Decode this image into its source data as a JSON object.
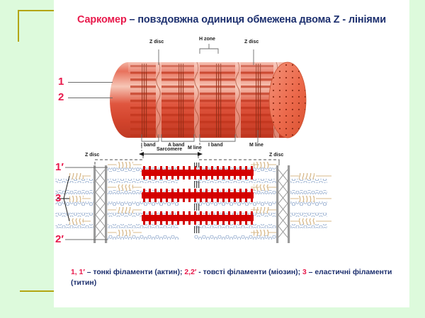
{
  "slide": {
    "background_color": "#ddfadc",
    "panel_color": "#ffffff",
    "accent_color": "#b3a511",
    "title": {
      "keyword": "Саркомер",
      "keyword_color": "#e8194b",
      "rest": " – повздовжна одиниця обмежена двома  Z - лініями",
      "rest_color": "#1c2f6e"
    }
  },
  "macro_diagram": {
    "name": "myofibril-cylinder-diagram",
    "top_labels": [
      {
        "text": "Z disc"
      },
      {
        "text": "H zone"
      },
      {
        "text": "Z disc"
      }
    ],
    "side_numbers": [
      {
        "text": "1"
      },
      {
        "text": "2"
      }
    ],
    "bottom_labels": [
      {
        "text": "I band"
      },
      {
        "text": "A band"
      },
      {
        "text": "I band"
      },
      {
        "text": "M line"
      }
    ],
    "span_label": "Sarcomere"
  },
  "micro_diagram": {
    "name": "sarcomere-molecular-diagram",
    "labels": [
      {
        "text": "Z disc"
      },
      {
        "text": "M line"
      },
      {
        "text": "Z disc"
      }
    ],
    "side_numbers": [
      {
        "text": "1′"
      },
      {
        "text": "3"
      },
      {
        "text": "2′"
      }
    ],
    "colors": {
      "myosin": "#d40000",
      "actin": "#8fa8cc",
      "titin": "#d8b98a",
      "zdisc": "#8c8c8c"
    }
  },
  "caption": {
    "segments": [
      {
        "text": "1, 1′",
        "type": "num"
      },
      {
        "text": " – тонкі філаменти (актин); ",
        "type": "txt"
      },
      {
        "text": "2,2′",
        "type": "num"
      },
      {
        "text": " - товсті філаменти (міозин); ",
        "type": "txt"
      },
      {
        "text": "3",
        "type": "num"
      },
      {
        "text": " – еластичні філаменти (титин)",
        "type": "txt"
      }
    ],
    "full_text": "1, 1′ – тонкі філаменти (актин); 2,2′ - товсті філаменти (міозин); 3 – еластичні філаменти (титин)"
  }
}
